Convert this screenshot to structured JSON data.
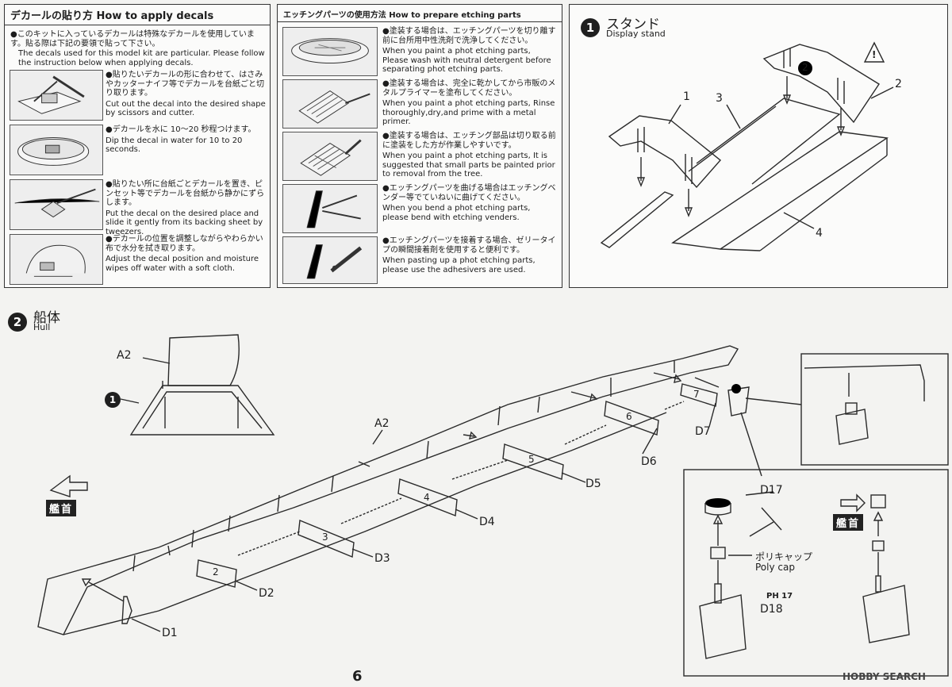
{
  "decal_panel": {
    "title": "デカールの貼り方 How to apply decals",
    "intro_jp": "●このキットに入っているデカールは特殊なデカールを使用しています。貼る際は下記の要領で貼って下さい。",
    "intro_en": "The decals used for this model kit are particular. Please follow the instruction below when applying decals.",
    "steps": [
      {
        "jp": "●貼りたいデカールの形に合わせて、はさみやカッターナイフ等でデカールを台紙ごと切り取ります。",
        "en": "Cut out the decal into the desired shape by scissors and cutter."
      },
      {
        "jp": "●デカールを水に 10～20 秒程つけます。",
        "en": "Dip the decal in water for 10 to 20 seconds."
      },
      {
        "jp": "●貼りたい所に台紙ごとデカールを置き、ピンセット等でデカールを台紙から静かにずらします。",
        "en": "Put the decal on the desired place and slide it gently from its backing sheet by tweezers."
      },
      {
        "jp": "●デカールの位置を調整しながらやわらかい布で水分を拭き取ります。",
        "en": "Adjust the decal position and moisture wipes off water with a soft cloth."
      }
    ]
  },
  "etching_panel": {
    "title": "エッチングパーツの使用方法 How to prepare etching parts",
    "steps": [
      {
        "jp": "●塗装する場合は、エッチングパーツを切り離す前に台所用中性洗剤で洗浄してください。",
        "en": "When you paint a phot etching parts, Please wash with neutral detergent before separating phot etching parts."
      },
      {
        "jp": "●塗装する場合は、完全に乾かしてから市販のメタルプライマーを塗布してください。",
        "en": "When you paint a phot etching parts, Rinse thoroughly,dry,and prime with a metal primer."
      },
      {
        "jp": "●塗装する場合は、エッチング部品は切り取る前に塗装をした方が作業しやすいです。",
        "en": "When you paint a phot etching parts, It is suggested that small parts be painted prior to removal from the tree."
      },
      {
        "jp": "●エッチングパーツを曲げる場合はエッチングベンダー等でていねいに曲げてください。",
        "en": "When you bend a phot etching parts, please bend with etching venders."
      },
      {
        "jp": "●エッチングパーツを接着する場合、ゼリータイプの瞬間接着剤を使用すると便利です。",
        "en": "When pasting up a phot etching parts, please use the adhesivers are used."
      }
    ]
  },
  "step1": {
    "number": "1",
    "title_jp": "スタンド",
    "title_en": "Display stand",
    "labels": [
      "1",
      "2",
      "3",
      "4"
    ],
    "circled": "2",
    "warning": "!"
  },
  "step2": {
    "number": "2",
    "title_jp": "船体",
    "title_en": "Hull",
    "labels": {
      "a2_top": "A2",
      "ref1": "1",
      "a2_mid": "A2",
      "p7": "7",
      "d7": "D7",
      "p6": "6",
      "d6": "D6",
      "p5": "5",
      "d5": "D5",
      "p4": "4",
      "d4": "D4",
      "p3": "3",
      "d3": "D3",
      "p2": "2",
      "d2": "D2",
      "d1": "D1"
    },
    "bow_tag": "艦首",
    "bow_tag2": "艦首",
    "d17": "D17",
    "polycap_jp": "ポリキャップ",
    "polycap_en": "Poly cap",
    "ph_tag": "PH 17",
    "d18": "D18"
  },
  "page_number": "6",
  "watermark": "HOBBY SEARCH"
}
